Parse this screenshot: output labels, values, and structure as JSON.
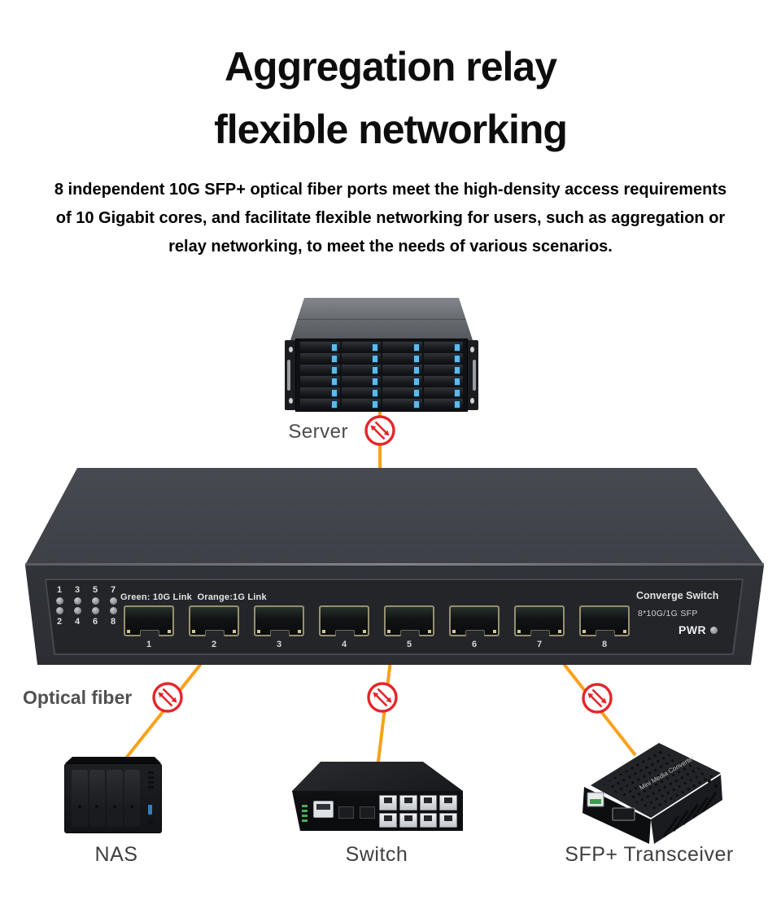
{
  "title": {
    "line1": "Aggregation relay",
    "line2": "flexible networking"
  },
  "description": {
    "lines": [
      "8 independent 10G SFP+ optical fiber ports meet the high-density access requirements",
      "of 10 Gigabit cores, and facilitate flexible networking for users, such as aggregation or",
      "relay networking, to meet the needs of various scenarios."
    ]
  },
  "server": {
    "label": "Server",
    "bay_rows": 6,
    "bay_cols": 4
  },
  "main_switch": {
    "legend": "Green: 10G Link  Orange:1G Link",
    "led_top_labels": [
      "1",
      "3",
      "5",
      "7"
    ],
    "led_bottom_labels": [
      "2",
      "4",
      "6",
      "8"
    ],
    "led_rows": 2,
    "port_labels": [
      "1",
      "2",
      "3",
      "4",
      "5",
      "6",
      "7",
      "8"
    ],
    "brand_line1": "Converge Switch",
    "brand_line2": "8*10G/1G SFP",
    "pwr_label": "PWR"
  },
  "connections": {
    "optical_fiber_label": "Optical fiber"
  },
  "peripherals": {
    "nas_label": "NAS",
    "nas_bays": 4,
    "switch_label": "Switch",
    "switch_rj45_ports": 8,
    "transceiver_label": "SFP+ Transceiver",
    "transceiver_print": "Mini Media Converter"
  },
  "colors": {
    "cable_orange": "#F9A11B",
    "icon_red": "#E6242A",
    "label_gray": "#4c4c4c"
  }
}
